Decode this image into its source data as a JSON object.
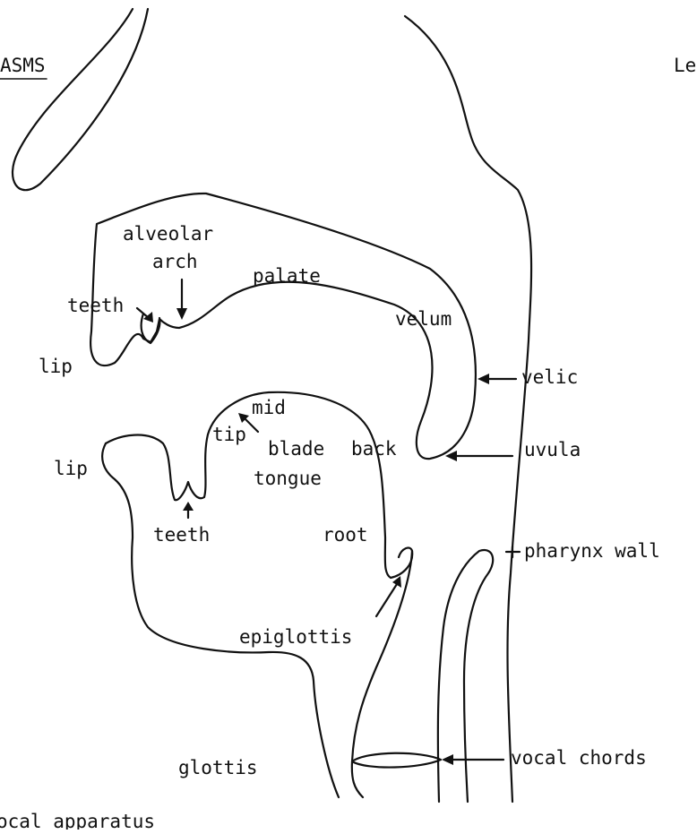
{
  "header": {
    "left_fragment": "ASMS",
    "right_fragment": "Le"
  },
  "labels": {
    "alveolar": "alveolar",
    "arch": "arch",
    "palate": "palate",
    "teeth_upper": "teeth",
    "velum": "velum",
    "lip_upper": "lip",
    "velic": "velic",
    "mid": "mid",
    "tip": "tip",
    "blade": "blade",
    "back": "back",
    "uvula": "uvula",
    "tongue": "tongue",
    "lip_lower": "lip",
    "teeth_lower": "teeth",
    "root": "root",
    "pharynx_wall": "pharynx wall",
    "epiglottis": "epiglottis",
    "glottis": "glottis",
    "vocal_chords": "vocal chords"
  },
  "caption": "ocal apparatus"
}
